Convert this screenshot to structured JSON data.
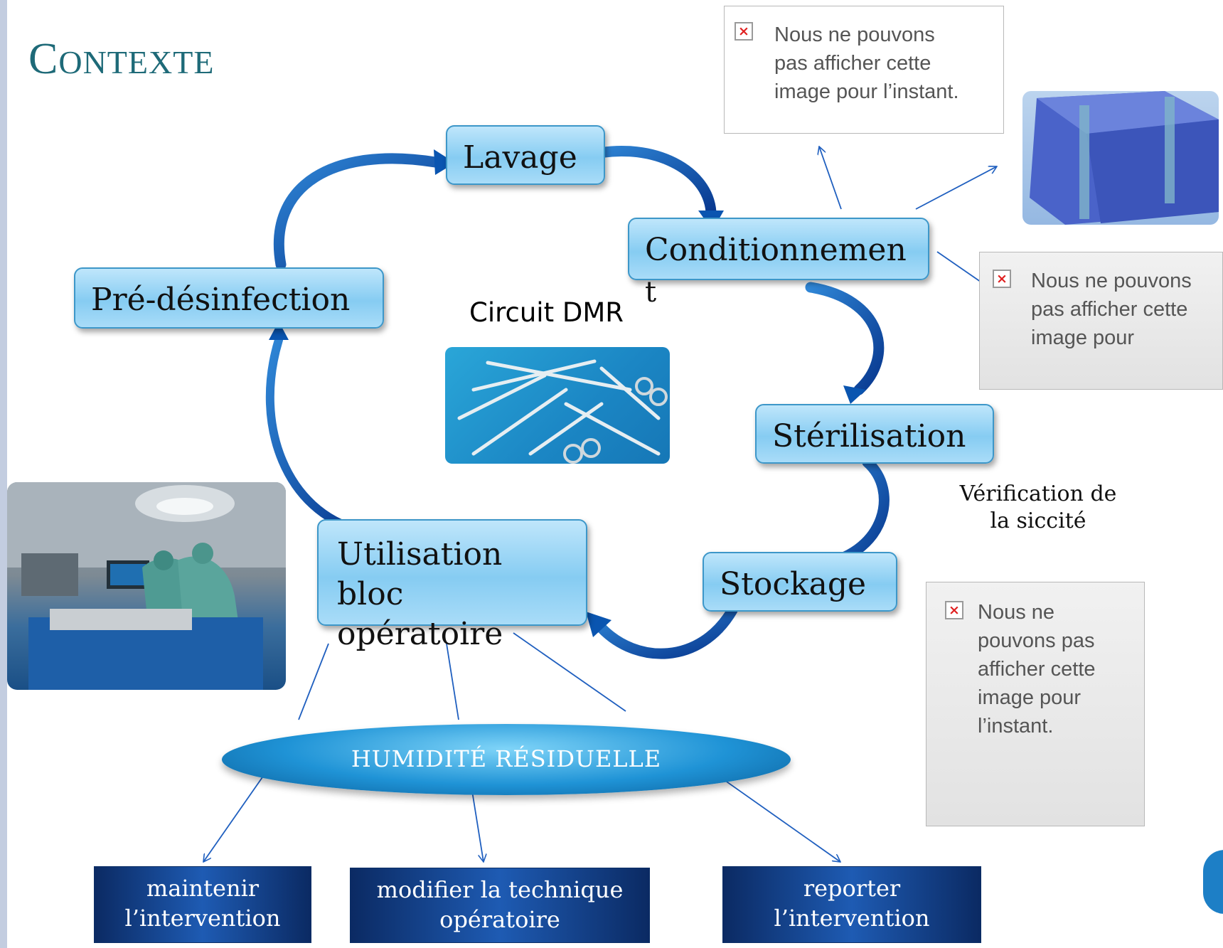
{
  "slide": {
    "title": "CONTEXTE",
    "title_first": "C",
    "title_rest": "ONTEXTE"
  },
  "cycle": {
    "center_label": "Circuit DMR",
    "steps": {
      "lavage": "Lavage",
      "conditionnement_line1": "Conditionnemen",
      "conditionnement_line2": "t",
      "sterilisation": "Stérilisation",
      "stockage": "Stockage",
      "utilisation_line1": "Utilisation",
      "utilisation_line2": "bloc",
      "utilisation_line3": "opératoire",
      "predesinfection": "Pré-désinfection"
    },
    "note_line1": "Vérification de",
    "note_line2": "la siccité"
  },
  "placeholders": {
    "top": [
      "Nous ne pouvons",
      "pas afficher cette",
      "image pour l’instant."
    ],
    "right": [
      "Nous ne pouvons",
      "pas afficher cette",
      "image pour"
    ],
    "bottom": [
      "Nous ne",
      "pouvons pas",
      "afficher cette",
      "image pour",
      "l’instant."
    ]
  },
  "risk": {
    "label": "HUMIDITÉ RÉSIDUELLE",
    "outcomes": [
      {
        "line1": "maintenir",
        "line2": "l’intervention"
      },
      {
        "line1": "modifier la technique",
        "line2": "opératoire"
      },
      {
        "line1": "reporter",
        "line2": "l’intervention"
      }
    ]
  },
  "colors": {
    "title": "#1e6a78",
    "node_fill": "#86ccf2",
    "cycle_arrow": "#0a55b0",
    "outcome_fill": "#0b2a63"
  },
  "images": {
    "instruments": "surgical-instruments-photo",
    "operating_room": "operating-room-photo",
    "package": "sterile-wrapped-package-photo"
  }
}
